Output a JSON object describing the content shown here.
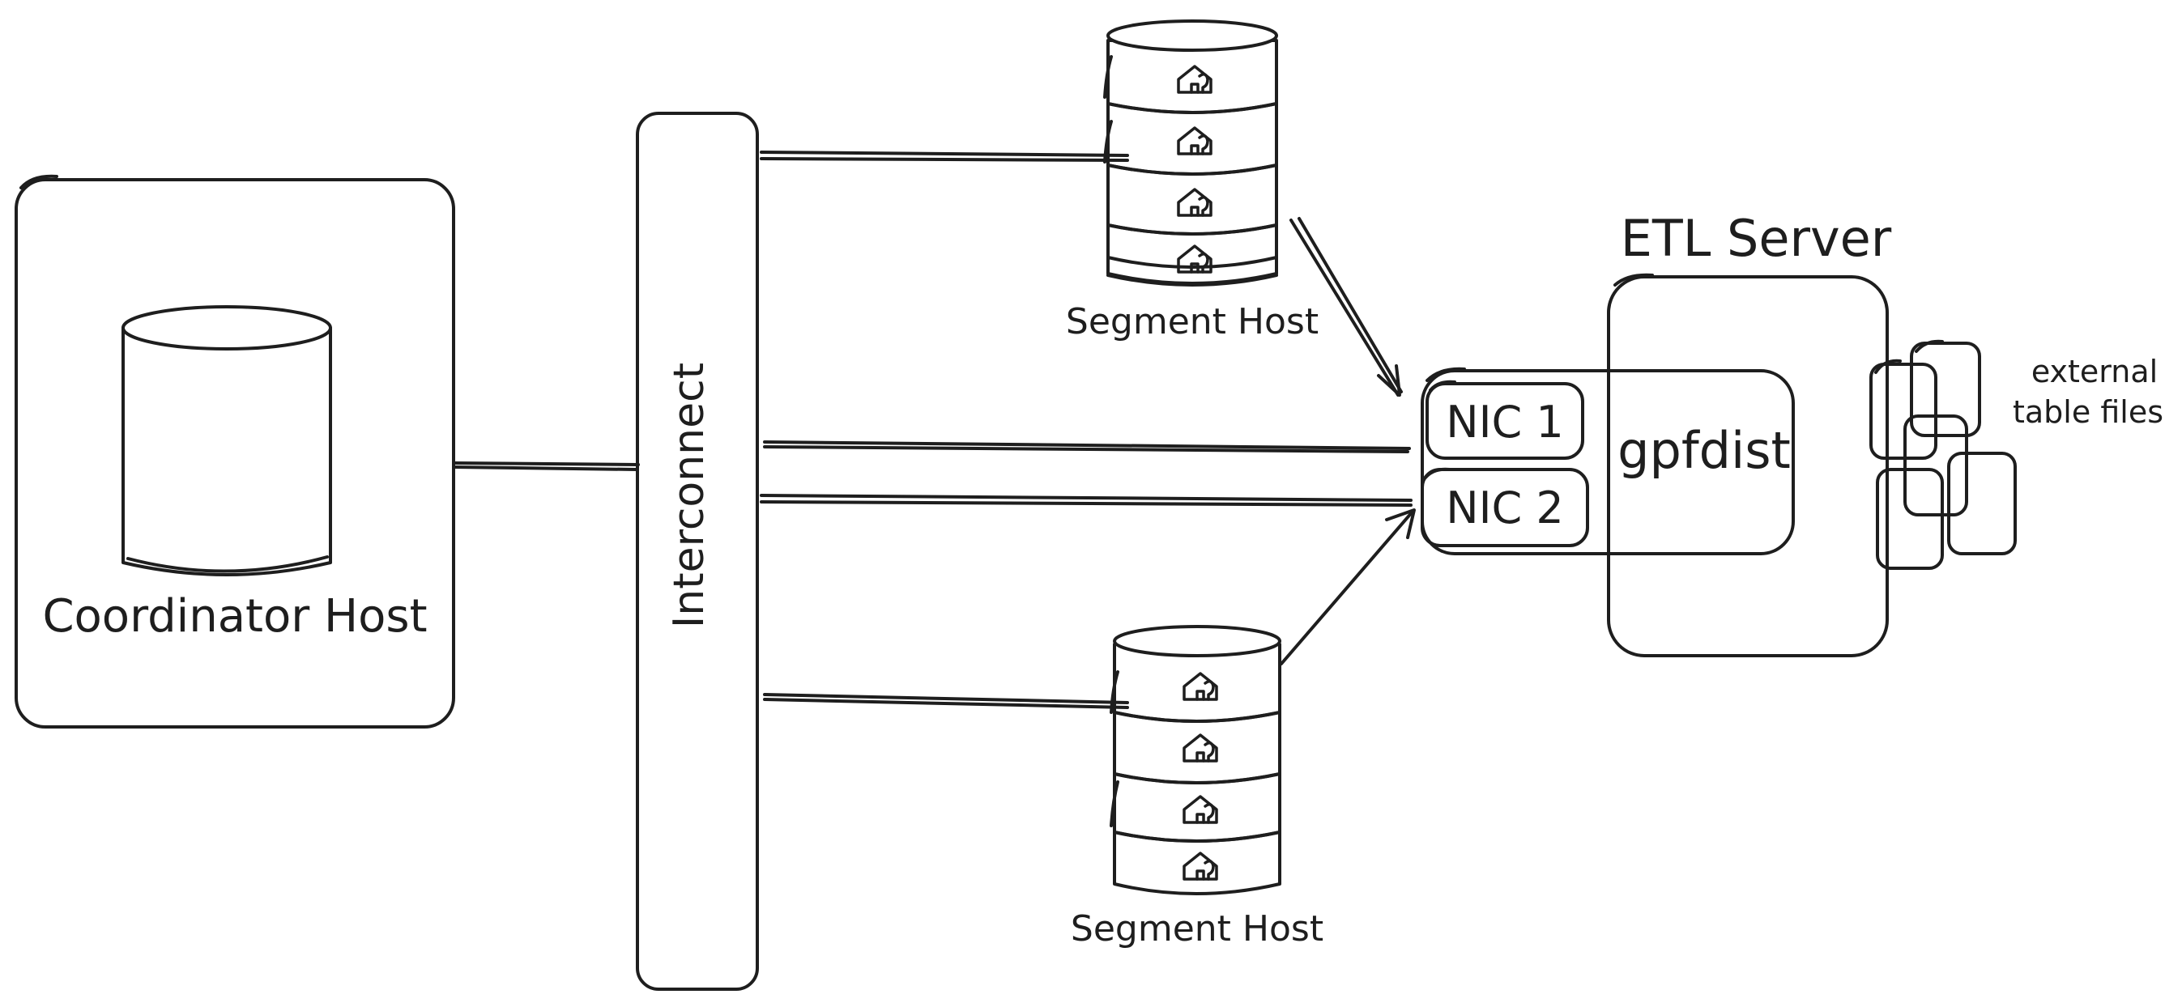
{
  "diagram": {
    "coordinator": {
      "label": "Coordinator Host"
    },
    "interconnect": {
      "label": "Interconnect"
    },
    "segment_hosts": [
      {
        "label": "Segment Host",
        "segments": 4,
        "segment_icon": "database-house-icon"
      },
      {
        "label": "Segment Host",
        "segments": 4,
        "segment_icon": "database-house-icon"
      }
    ],
    "etl_server": {
      "title": "ETL Server",
      "process": "gpfdist",
      "nics": [
        "NIC 1",
        "NIC 2"
      ]
    },
    "external_files": {
      "label_lines": [
        "external",
        "table files"
      ],
      "icon": "file-stack-icon"
    },
    "colors": {
      "stroke": "#1e1e1e",
      "background": "#ffffff"
    }
  }
}
